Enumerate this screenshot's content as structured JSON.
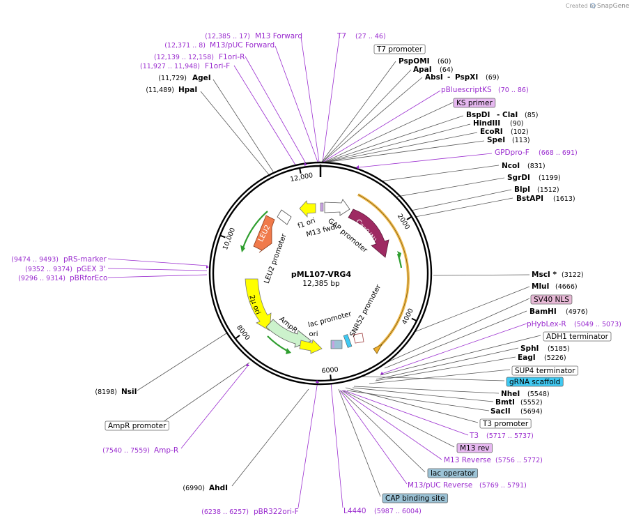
{
  "credit": {
    "prefix": "Created by",
    "brand": "SnapGene"
  },
  "plasmid": {
    "name": "pML107-VRG4",
    "size": "12,385 bp",
    "length": 12385
  },
  "ticks": [
    {
      "label": "2000",
      "pos": 2000
    },
    {
      "label": "4000",
      "pos": 4000
    },
    {
      "label": "6000",
      "pos": 6000
    },
    {
      "label": "8000",
      "pos": 8000
    },
    {
      "label": "10,000",
      "pos": 10000
    },
    {
      "label": "12,000",
      "pos": 12000
    }
  ],
  "sites_left": [
    {
      "name": "AgeI",
      "pos": "(11,729)"
    },
    {
      "name": "HpaI",
      "pos": "(11,489)"
    },
    {
      "name": "NsiI",
      "pos": "(8198)"
    },
    {
      "name": "AhdI",
      "pos": "(6990)"
    }
  ],
  "sites_right": [
    {
      "name": "PspOMI",
      "pos": "(60)"
    },
    {
      "name": "ApaI",
      "pos": "(64)"
    },
    {
      "name": "AbsI",
      "extra": "PspXI",
      "pos": "(69)"
    },
    {
      "name": "BspDI",
      "extra": "ClaI",
      "pos": "(85)"
    },
    {
      "name": "HindIII",
      "pos": "(90)"
    },
    {
      "name": "EcoRI",
      "pos": "(102)"
    },
    {
      "name": "SpeI",
      "pos": "(113)"
    },
    {
      "name": "NcoI",
      "pos": "(831)"
    },
    {
      "name": "SgrDI",
      "pos": "(1199)"
    },
    {
      "name": "BlpI",
      "pos": "(1512)"
    },
    {
      "name": "BstAPI",
      "pos": "(1613)"
    },
    {
      "name": "MscI *",
      "pos": "(3122)"
    },
    {
      "name": "MluI",
      "pos": "(4666)"
    },
    {
      "name": "BamHI",
      "pos": "(4976)"
    },
    {
      "name": "SphI",
      "pos": "(5185)"
    },
    {
      "name": "EagI",
      "pos": "(5226)"
    },
    {
      "name": "NheI",
      "pos": "(5548)"
    },
    {
      "name": "BmtI",
      "pos": "(5552)"
    },
    {
      "name": "SacII",
      "pos": "(5694)"
    }
  ],
  "primers_top": [
    {
      "name": "M13 Forward",
      "pos": "(12,385 .. 17)"
    },
    {
      "name": "M13/pUC Forward",
      "pos": "(12,371 .. 8)"
    },
    {
      "name": "F1ori-R",
      "pos": "(12,139 .. 12,158)"
    },
    {
      "name": "F1ori-F",
      "pos": "(11,927 .. 11,948)"
    },
    {
      "name": "T7",
      "pos": "(27 .. 46)"
    }
  ],
  "primers_right": [
    {
      "name": "pBluescriptKS",
      "pos": "(70 .. 86)"
    },
    {
      "name": "GPDpro-F",
      "pos": "(668 .. 691)"
    },
    {
      "name": "pHybLex-R",
      "pos": "(5049 .. 5073)"
    },
    {
      "name": "T3",
      "pos": "(5717 .. 5737)"
    },
    {
      "name": "M13 Reverse",
      "pos": "(5756 .. 5772)"
    },
    {
      "name": "M13/pUC Reverse",
      "pos": "(5769 .. 5791)"
    },
    {
      "name": "L4440",
      "pos": "(5987 .. 6004)"
    }
  ],
  "primers_left": [
    {
      "name": "pRS-marker",
      "pos": "(9474 .. 9493)"
    },
    {
      "name": "pGEX 3'",
      "pos": "(9352 .. 9374)"
    },
    {
      "name": "pBRforEco",
      "pos": "(9296 .. 9314)"
    },
    {
      "name": "Amp-R",
      "pos": "(7540 .. 7559)"
    },
    {
      "name": "pBR322ori-F",
      "pos": "(6238 .. 6257)"
    }
  ],
  "boxed_features": [
    {
      "name": "T7 promoter",
      "color": "#ffffff"
    },
    {
      "name": "KS primer",
      "color": "#e6b8f0"
    },
    {
      "name": "SV40 NLS",
      "color": "#e7b9d6"
    },
    {
      "name": "ADH1 terminator",
      "color": "#ffffff"
    },
    {
      "name": "SUP4 terminator",
      "color": "#ffffff"
    },
    {
      "name": "gRNA scaffold",
      "color": "#3fc9f2"
    },
    {
      "name": "T3 promoter",
      "color": "#ffffff"
    },
    {
      "name": "M13 rev",
      "color": "#e6b8f0"
    },
    {
      "name": "lac operator",
      "color": "#9cc3d6"
    },
    {
      "name": "CAP binding site",
      "color": "#9cc3d6"
    },
    {
      "name": "AmpR promoter",
      "color": "#ffffff"
    }
  ],
  "features": [
    {
      "name": "Cas9(N)",
      "color": "#9e2a62"
    },
    {
      "name": "GAP promoter",
      "color": "#ffffff"
    },
    {
      "name": "f1 ori",
      "color": "#ffff00"
    },
    {
      "name": "M13 fwd",
      "color": "#ffffff"
    },
    {
      "name": "LEU2",
      "color": "#f07a4b"
    },
    {
      "name": "LEU2 promoter",
      "color": "#ffffff"
    },
    {
      "name": "2μ ori",
      "color": "#ffff00"
    },
    {
      "name": "AmpR",
      "color": "#ccf2cc"
    },
    {
      "name": "ori",
      "color": "#ffff00"
    },
    {
      "name": "lac promoter",
      "color": "#ffffff"
    },
    {
      "name": "SNR52 promoter",
      "color": "#ffffff"
    }
  ],
  "colors": {
    "primer": "#9a2ccf",
    "site_line": "#444444",
    "orf_arc": "#f0b030",
    "green_arc": "#2f9e2f"
  }
}
